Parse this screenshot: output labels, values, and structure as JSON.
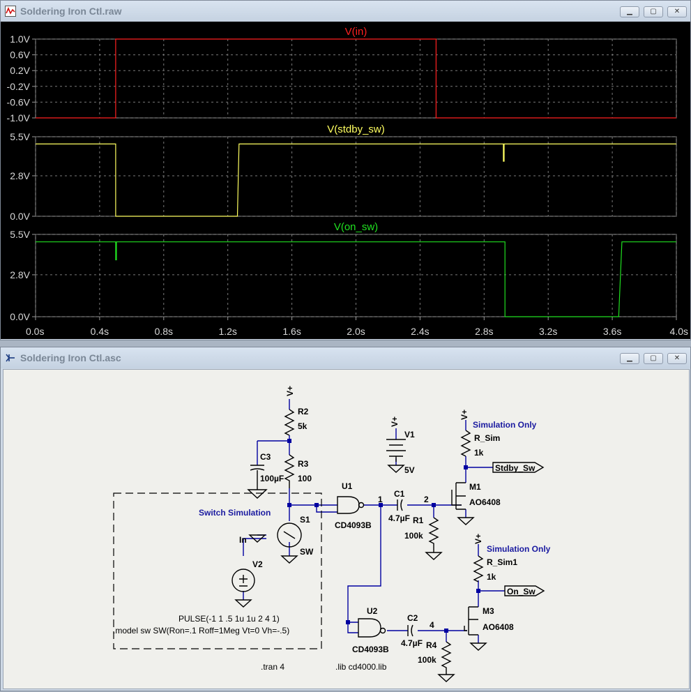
{
  "waveform_window": {
    "title": "Soldering Iron Ctl.raw",
    "icon": "waveform-icon",
    "controls": {
      "minimize": "▁",
      "restore": "▢",
      "close": "✕"
    }
  },
  "schematic_window": {
    "title": "Soldering Iron Ctl.asc",
    "icon": "schematic-icon",
    "controls": {
      "minimize": "▁",
      "restore": "▢",
      "close": "✕"
    }
  },
  "colors": {
    "vin": "#ff2020",
    "stdby": "#ffff60",
    "onsw": "#20e020",
    "wire": "#0000a0",
    "component": "#000000",
    "label_blue": "#1a1aa0"
  },
  "chart_data": {
    "type": "line",
    "x_ticks": [
      "0.0s",
      "0.4s",
      "0.8s",
      "1.2s",
      "1.6s",
      "2.0s",
      "2.4s",
      "2.8s",
      "3.2s",
      "3.6s",
      "4.0s"
    ],
    "xlim": [
      0,
      4.0
    ],
    "grid": true,
    "panes": [
      {
        "name": "V(in)",
        "ylim": [
          -1.0,
          1.0
        ],
        "y_ticks": [
          "1.0V",
          "0.6V",
          "0.2V",
          "-0.2V",
          "-0.6V",
          "-1.0V"
        ],
        "y_values": [
          1.0,
          0.6,
          0.2,
          -0.2,
          -0.6,
          -1.0
        ],
        "x": [
          0,
          0.5,
          0.5,
          2.5,
          2.5,
          4.0
        ],
        "y": [
          -1,
          -1,
          1,
          1,
          -1,
          -1
        ]
      },
      {
        "name": "V(stdby_sw)",
        "ylim": [
          0,
          5.5
        ],
        "y_ticks": [
          "5.5V",
          "2.8V",
          "0.0V"
        ],
        "y_values": [
          5.5,
          2.8,
          0.0
        ],
        "x": [
          0,
          0.5,
          0.5,
          1.26,
          1.27,
          2.92,
          2.92,
          2.925,
          2.925,
          4.0
        ],
        "y": [
          5.0,
          5.0,
          0.0,
          0.0,
          5.0,
          5.0,
          3.8,
          3.8,
          5.0,
          5.0
        ]
      },
      {
        "name": "V(on_sw)",
        "ylim": [
          0,
          5.5
        ],
        "y_ticks": [
          "5.5V",
          "2.8V",
          "0.0V"
        ],
        "y_values": [
          5.5,
          2.8,
          0.0
        ],
        "x": [
          0,
          0.5,
          0.5,
          0.505,
          0.505,
          2.93,
          2.93,
          3.64,
          3.66,
          4.0
        ],
        "y": [
          5.0,
          5.0,
          3.8,
          3.8,
          5.0,
          5.0,
          0.0,
          0.0,
          5.0,
          5.0
        ]
      }
    ]
  },
  "schematic": {
    "power_labels": [
      "V+",
      "V+",
      "V+",
      "V+"
    ],
    "components": {
      "R2": {
        "ref": "R2",
        "value": "5k"
      },
      "R3": {
        "ref": "R3",
        "value": "100"
      },
      "C3": {
        "ref": "C3",
        "value": "100µF"
      },
      "S1": {
        "ref": "S1",
        "value": "SW"
      },
      "V2": {
        "ref": "V2"
      },
      "U1": {
        "ref": "U1",
        "value": "CD4093B"
      },
      "U2": {
        "ref": "U2",
        "value": "CD4093B"
      },
      "C1": {
        "ref": "C1",
        "value": "4.7µF"
      },
      "C2": {
        "ref": "C2",
        "value": "4.7µF"
      },
      "R1": {
        "ref": "R1",
        "value": "100k"
      },
      "R4": {
        "ref": "R4",
        "value": "100k"
      },
      "V1": {
        "ref": "V1",
        "value": "5V"
      },
      "M1": {
        "ref": "M1",
        "value": "AO6408"
      },
      "M3": {
        "ref": "M3",
        "value": "AO6408"
      },
      "R_Sim": {
        "ref": "R_Sim",
        "value": "1k"
      },
      "R_Sim1": {
        "ref": "R_Sim1",
        "value": "1k"
      }
    },
    "net_labels": {
      "in": "In",
      "n1": "1",
      "n2": "2",
      "n4": "4"
    },
    "ports": {
      "stdby": "Stdby_Sw",
      "onsw": "On_Sw"
    },
    "notes": {
      "switch_sim": "Switch Simulation",
      "sim_only_1": "Simulation Only",
      "sim_only_2": "Simulation Only",
      "pulse": "PULSE(-1 1 .5 1u 1u 2 4 1)",
      "model": ".model sw SW(Ron=.1 Roff=1Meg Vt=0 Vh=-.5)",
      "tran": ".tran 4",
      "lib": ".lib cd4000.lib"
    }
  }
}
